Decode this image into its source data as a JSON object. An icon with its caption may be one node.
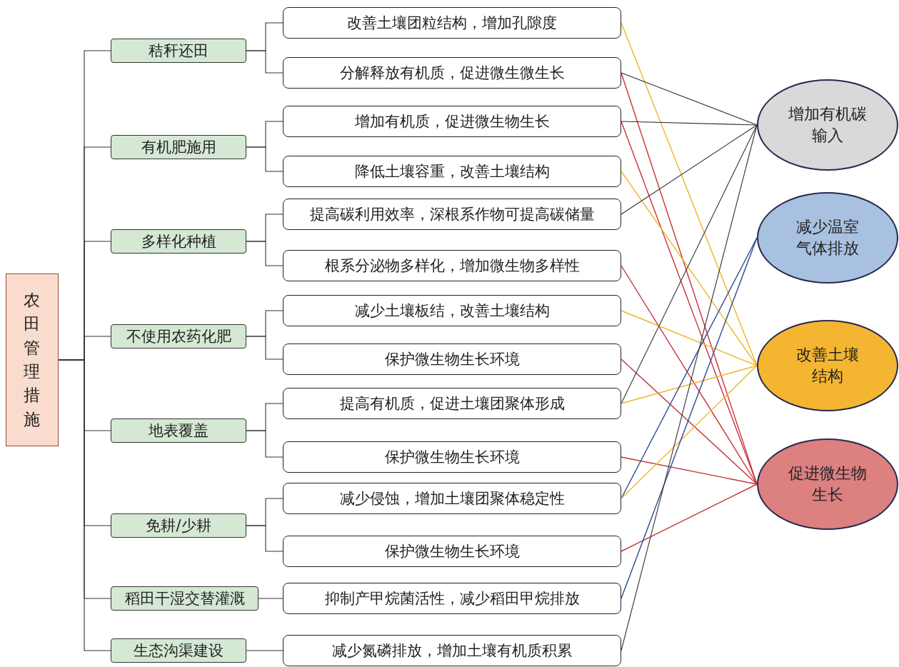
{
  "diagram": {
    "nodes": [
      {
        "text": [
          "农田管理措施"
        ]
      },
      {
        "text": [
          "秸秆还田"
        ]
      },
      {
        "text": [
          "有机肥施用"
        ]
      },
      {
        "text": [
          "多样化种植"
        ]
      },
      {
        "text": [
          "不使用农药化肥"
        ]
      },
      {
        "text": [
          "地表覆盖"
        ]
      },
      {
        "text": [
          "免耕/少耕"
        ]
      },
      {
        "text": [
          "稻田干湿交替灌溉"
        ]
      },
      {
        "text": [
          "生态沟渠建设"
        ]
      },
      {
        "text": [
          "改善土壤团粒结构，增加孔隙度"
        ]
      },
      {
        "text": [
          "分解释放有机质，促进微生微生长"
        ]
      },
      {
        "text": [
          "增加有机质，促进微生物生长"
        ]
      },
      {
        "text": [
          "降低土壤容重，改善土壤结构"
        ]
      },
      {
        "text": [
          "提高碳利用效率，深根系作物可提高碳储量"
        ]
      },
      {
        "text": [
          "根系分泌物多样化，增加微生物多样性"
        ]
      },
      {
        "text": [
          "减少土壤板结，改善土壤结构"
        ]
      },
      {
        "text": [
          "保护微生物生长环境"
        ]
      },
      {
        "text": [
          "提高有机质，促进土壤团聚体形成"
        ]
      },
      {
        "text": [
          "保护微生物生长环境"
        ]
      },
      {
        "text": [
          "减少侵蚀，增加土壤团聚体稳定性"
        ]
      },
      {
        "text": [
          "保护微生物生长环境"
        ]
      },
      {
        "text": [
          "抑制产甲烷菌活性，减少稻田甲烷排放"
        ]
      },
      {
        "text": [
          "减少氮磷排放，增加土壤有机质积累"
        ]
      },
      {
        "text": [
          "增加有机碳输入"
        ]
      },
      {
        "text": [
          "减少温室气体排放"
        ]
      },
      {
        "text": [
          "改善土壤结构"
        ]
      },
      {
        "text": [
          "促进微生物生长"
        ]
      }
    ],
    "edges": [
      {
        "from": 0,
        "to": 1,
        "arrow": "none"
      },
      {
        "from": 0,
        "to": 2,
        "arrow": "none"
      },
      {
        "from": 0,
        "to": 3,
        "arrow": "none"
      },
      {
        "from": 0,
        "to": 4,
        "arrow": "none"
      },
      {
        "from": 0,
        "to": 5,
        "arrow": "none"
      },
      {
        "from": 0,
        "to": 6,
        "arrow": "none"
      },
      {
        "from": 0,
        "to": 7,
        "arrow": "none"
      },
      {
        "from": 0,
        "to": 8,
        "arrow": "none"
      },
      {
        "from": 1,
        "to": 9,
        "arrow": "none"
      },
      {
        "from": 1,
        "to": 10,
        "arrow": "none"
      },
      {
        "from": 2,
        "to": 11,
        "arrow": "none"
      },
      {
        "from": 2,
        "to": 12,
        "arrow": "none"
      },
      {
        "from": 3,
        "to": 13,
        "arrow": "none"
      },
      {
        "from": 3,
        "to": 14,
        "arrow": "none"
      },
      {
        "from": 4,
        "to": 15,
        "arrow": "none"
      },
      {
        "from": 4,
        "to": 16,
        "arrow": "none"
      },
      {
        "from": 5,
        "to": 17,
        "arrow": "none"
      },
      {
        "from": 5,
        "to": 18,
        "arrow": "none"
      },
      {
        "from": 6,
        "to": 19,
        "arrow": "none"
      },
      {
        "from": 6,
        "to": 20,
        "arrow": "none"
      },
      {
        "from": 7,
        "to": 21,
        "arrow": "none"
      },
      {
        "from": 8,
        "to": 22,
        "arrow": "none"
      },
      {
        "from": 9,
        "to": 25,
        "arrow": "none",
        "color": "#f0b323"
      },
      {
        "from": 10,
        "to": 23,
        "arrow": "none"
      },
      {
        "from": 10,
        "to": 26,
        "arrow": "none",
        "color": "#c8323c"
      },
      {
        "from": 11,
        "to": 23,
        "arrow": "none"
      },
      {
        "from": 11,
        "to": 26,
        "arrow": "none",
        "color": "#c8323c"
      },
      {
        "from": 12,
        "to": 25,
        "arrow": "none",
        "color": "#f0b323"
      },
      {
        "from": 13,
        "to": 23,
        "arrow": "none"
      },
      {
        "from": 14,
        "to": 26,
        "arrow": "none",
        "color": "#c8323c"
      },
      {
        "from": 15,
        "to": 25,
        "arrow": "none",
        "color": "#f0b323"
      },
      {
        "from": 16,
        "to": 26,
        "arrow": "none",
        "color": "#c8323c"
      },
      {
        "from": 17,
        "to": 23,
        "arrow": "none"
      },
      {
        "from": 17,
        "to": 25,
        "arrow": "none",
        "color": "#f0b323"
      },
      {
        "from": 18,
        "to": 26,
        "arrow": "none",
        "color": "#c8323c"
      },
      {
        "from": 19,
        "to": 24,
        "arrow": "none",
        "color": "#2b4a8e"
      },
      {
        "from": 19,
        "to": 25,
        "arrow": "none",
        "color": "#f0b323"
      },
      {
        "from": 20,
        "to": 26,
        "arrow": "none",
        "color": "#c8323c"
      },
      {
        "from": 21,
        "to": 24,
        "arrow": "none",
        "color": "#2b4a8e"
      },
      {
        "from": 22,
        "to": 23,
        "arrow": "none"
      }
    ]
  }
}
